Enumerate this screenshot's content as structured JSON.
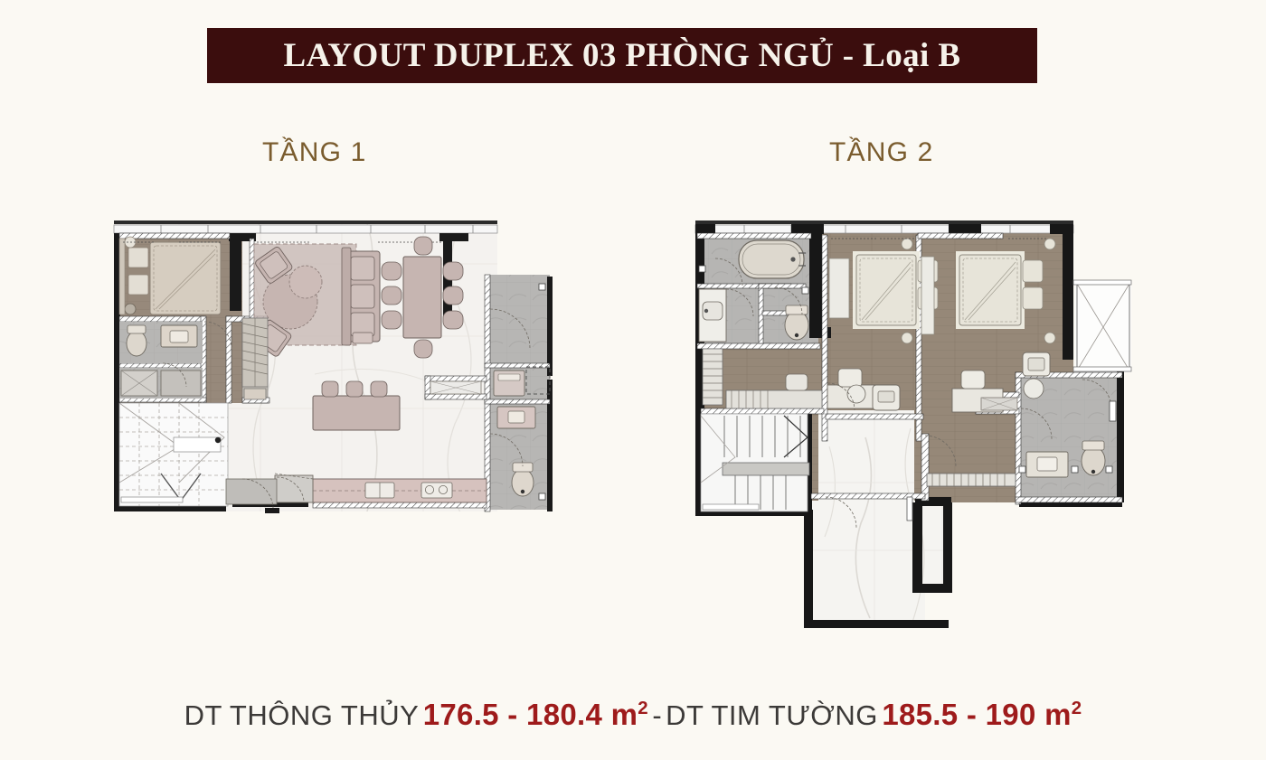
{
  "page": {
    "background_color": "#fbf9f3"
  },
  "header": {
    "title": "LAYOUT DUPLEX 03 PHÒNG NGỦ - Loại B",
    "banner_color": "#3b0d0d",
    "title_color": "#f6f2ea"
  },
  "floors": [
    {
      "id": "floor-1",
      "label": "TẦNG 1",
      "label_color": "#7a5c2e",
      "rooms": [
        "bedroom-master",
        "ensuite-bathroom",
        "stairs",
        "living-room",
        "dining-room",
        "kitchen",
        "kitchen-island",
        "utility-balcony",
        "guest-wc",
        "entry"
      ]
    },
    {
      "id": "floor-2",
      "label": "TẦNG 2",
      "label_color": "#7a5c2e",
      "rooms": [
        "master-bathroom",
        "shower-room",
        "bedroom-2",
        "bedroom-3",
        "stairs",
        "corridor",
        "bathroom-2",
        "laundry-balcony",
        "terrace"
      ]
    }
  ],
  "area_summary": {
    "net_label": "DT THÔNG THỦY",
    "net_value": "176.5 - 180.4 m",
    "net_unit_sup": "2",
    "separator": "-",
    "gross_label": "DT TIM TƯỜNG",
    "gross_value": "185.5 - 190 m",
    "gross_unit_sup": "2",
    "label_color": "#3c3a38",
    "value_color": "#9e1b1b"
  }
}
